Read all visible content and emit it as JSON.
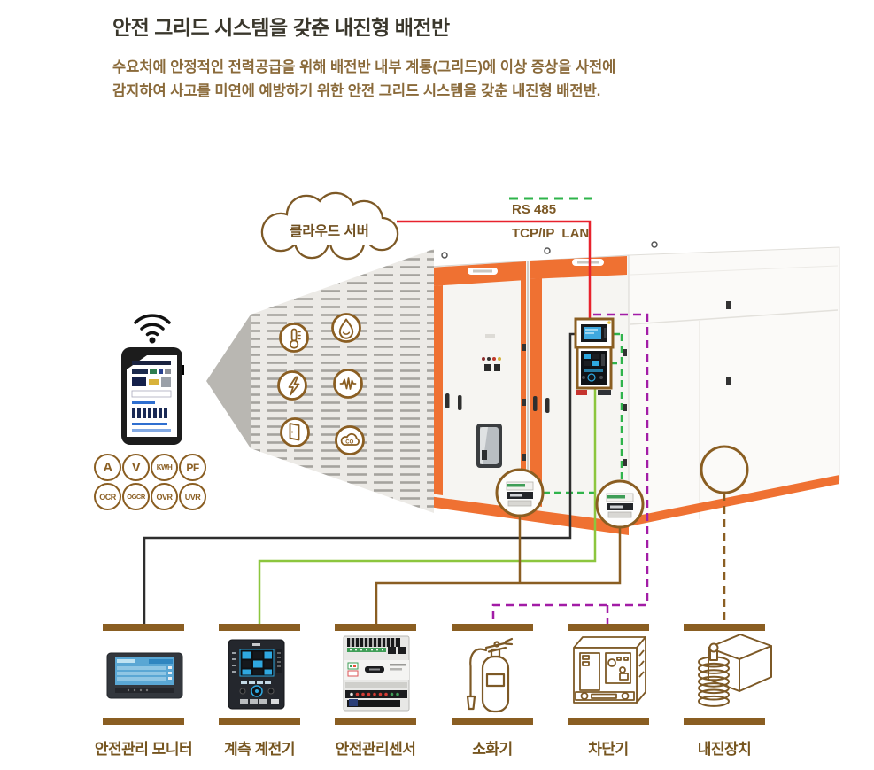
{
  "header": {
    "title": "안전 그리드 시스템을 갖춘 내진형 배전반",
    "description_lines": [
      "수요처에 안정적인 전력공급을 위해 배전반 내부 계통(그리드)에 이상 증상을 사전에",
      "감지하여 사고를 미연에 예방하기 위한 안전 그리드 시스템을 갖춘 내진형 배전반."
    ]
  },
  "cloud": {
    "label": "클라우드 서버"
  },
  "protocols": {
    "rs485": "RS 485",
    "tcpip_lan": "TCP/IP  LAN"
  },
  "badges": {
    "row1": [
      "A",
      "V",
      "KWH",
      "PF"
    ],
    "row2": [
      "OCR",
      "OGCR",
      "OVR",
      "UVR"
    ]
  },
  "sensor_icons": [
    {
      "name": "temperature-icon"
    },
    {
      "name": "water-drop-icon"
    },
    {
      "name": "lightning-icon"
    },
    {
      "name": "vibration-wave-icon"
    },
    {
      "name": "open-door-icon"
    },
    {
      "name": "co-gas-icon",
      "label": "CO"
    }
  ],
  "equipment": [
    {
      "label": "안전관리 모니터"
    },
    {
      "label": "계측 계전기"
    },
    {
      "label": "안전관리센서"
    },
    {
      "label": "소화기"
    },
    {
      "label": "차단기"
    },
    {
      "label": "내진장치"
    }
  ],
  "colors": {
    "accent_orange": "#EF7132",
    "outline_brown": "#7D5926",
    "label_brown": "#76551F",
    "body_text_brown": "#8A6A3A",
    "title_color": "#3A372C",
    "green_dashed": "#2FB44B",
    "green_solid": "#8CC63E",
    "purple_dashed": "#A21CA6",
    "red_line": "#E8222D",
    "black_line": "#2E2E2E"
  }
}
